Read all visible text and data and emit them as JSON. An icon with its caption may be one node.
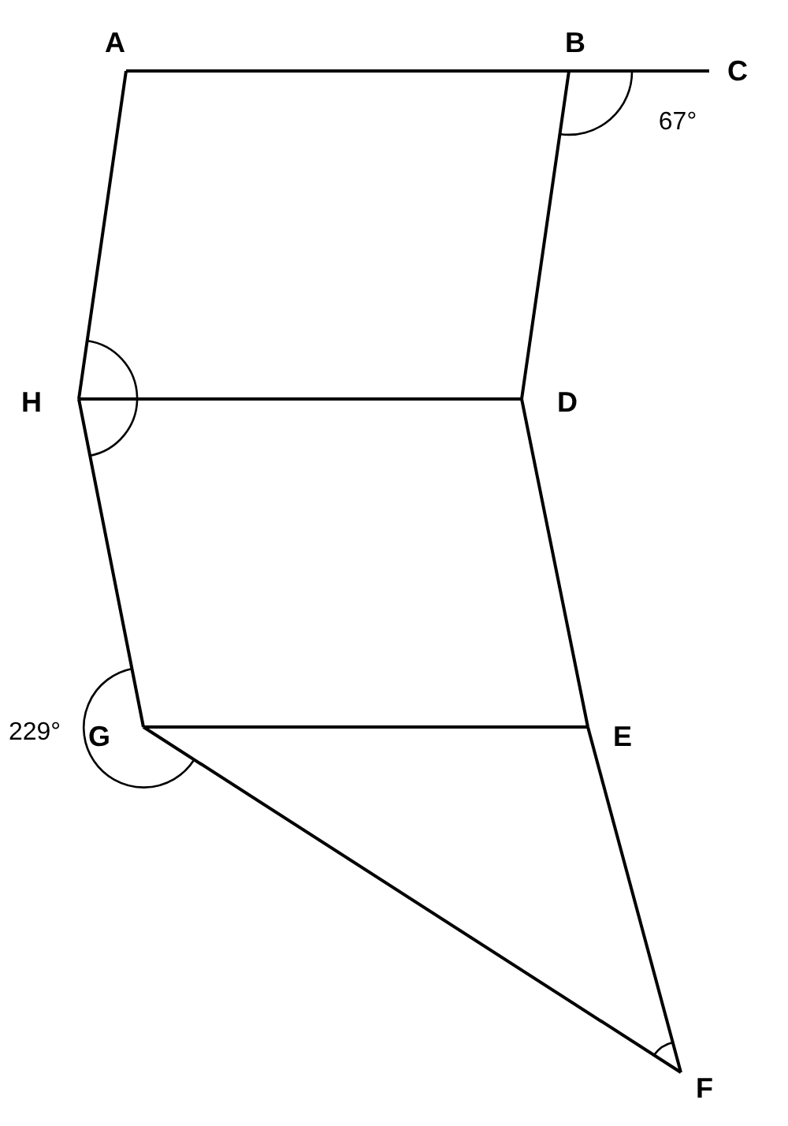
{
  "diagram": {
    "nodes": [
      {
        "text": [
          "A"
        ]
      },
      {
        "text": [
          "B"
        ]
      },
      {
        "text": [
          "C"
        ]
      },
      {
        "text": [
          "H"
        ]
      },
      {
        "text": [
          "D"
        ]
      },
      {
        "text": [
          "G"
        ]
      },
      {
        "text": [
          "E"
        ]
      },
      {
        "text": [
          "F"
        ]
      }
    ],
    "edges": [
      {
        "from": 0,
        "to": 1,
        "arrow": "none"
      },
      {
        "from": 1,
        "to": 2,
        "arrow": "none"
      },
      {
        "from": 0,
        "to": 3,
        "arrow": "none"
      },
      {
        "from": 1,
        "to": 4,
        "arrow": "none"
      },
      {
        "from": 3,
        "to": 4,
        "arrow": "none"
      },
      {
        "from": 3,
        "to": 5,
        "arrow": "none"
      },
      {
        "from": 4,
        "to": 6,
        "arrow": "none"
      },
      {
        "from": 5,
        "to": 6,
        "arrow": "none"
      },
      {
        "from": 5,
        "to": 7,
        "arrow": "none"
      },
      {
        "from": 6,
        "to": 7,
        "arrow": "none"
      }
    ],
    "labels": [
      "67°",
      "229°"
    ]
  }
}
